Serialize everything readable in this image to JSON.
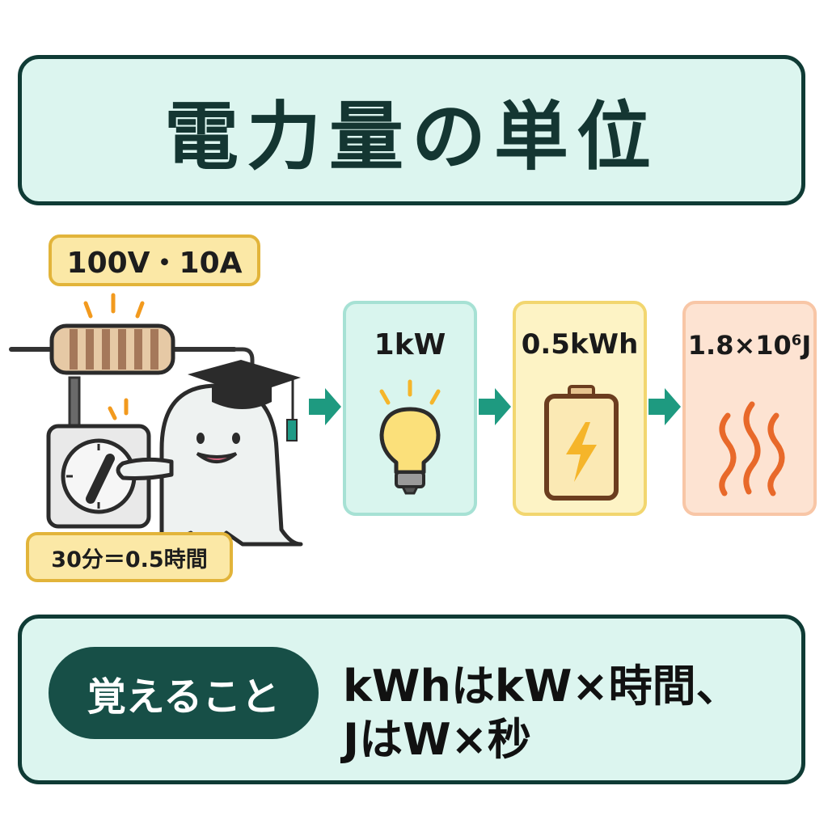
{
  "title": "電力量の単位",
  "scene": {
    "voltage_current_label": "100V・10A",
    "time_label": "30分＝0.5時間"
  },
  "flow": [
    {
      "label": "1kW",
      "icon": "light-bulb-icon",
      "color": "#d9f5ee"
    },
    {
      "label": "0.5kWh",
      "icon": "battery-icon",
      "color": "#fdf3c5"
    },
    {
      "label": "1.8×10",
      "label_exponent": "6",
      "label_unit": "J",
      "icon": "heat-waves-icon",
      "color": "#fde3d2"
    }
  ],
  "summary": {
    "badge": "覚えること",
    "line1": "kWhはkW×時間、",
    "line2": "JはW×秒"
  },
  "colors": {
    "border_dark": "#0f3b35",
    "panel_bg": "#dcf5ef",
    "arrow": "#1e9a80",
    "badge_yellow": "#fbe8a6",
    "pill": "#174f47"
  }
}
